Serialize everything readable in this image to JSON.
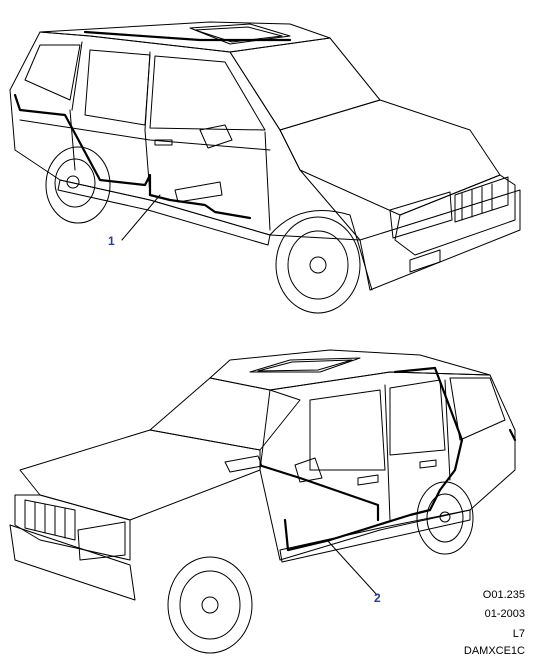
{
  "callouts": {
    "one": "1",
    "two": "2"
  },
  "reference": {
    "code": "O01.235",
    "date": "01-2003",
    "model": "L7",
    "catalogue": "DAMXCE1C"
  },
  "colors": {
    "line": "#000000",
    "callout": "#1f3f9f",
    "background": "#ffffff"
  }
}
